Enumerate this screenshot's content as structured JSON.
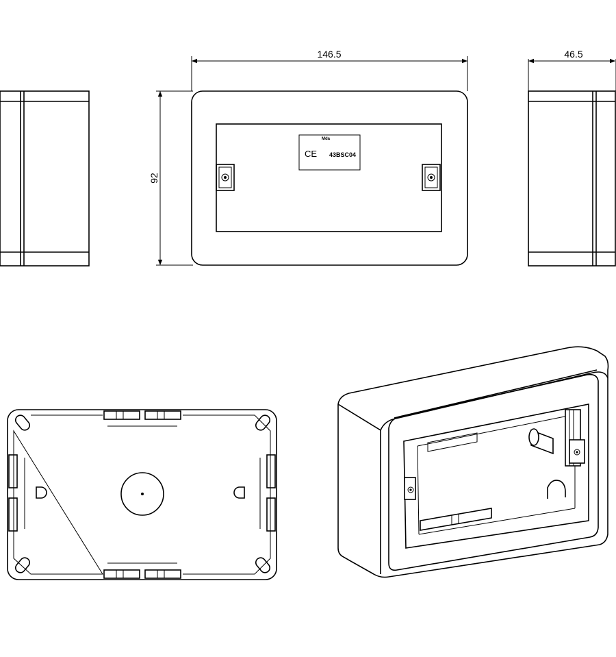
{
  "dimensions": {
    "width": "146.5",
    "depth": "46.5",
    "height": "92"
  },
  "label": {
    "mark": "CE",
    "model": "43BSC04",
    "logo": "Mda"
  },
  "colors": {
    "line": "#000000",
    "background": "#ffffff"
  }
}
